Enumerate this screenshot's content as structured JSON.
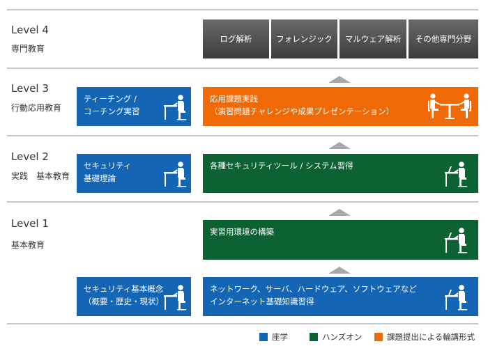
{
  "colors": {
    "seminar": "#1565b5",
    "handson": "#0d6233",
    "round_table": "#ef6a07",
    "specialty": "#4a4a4a",
    "arrow": "#a8a8a8"
  },
  "levels": [
    {
      "title": "Level 4",
      "subtitle": "専門教育"
    },
    {
      "title": "Level 3",
      "subtitle": "行動応用教育"
    },
    {
      "title": "Level 2",
      "subtitle": "実践　基本教育"
    },
    {
      "title": "Level 1",
      "subtitle": "基本教育"
    }
  ],
  "specialties": [
    "ログ解析",
    "フォレンジック",
    "マルウェア解析",
    "その他専門分野"
  ],
  "boxes": {
    "l3_teaching": {
      "line1": "ティーチング /",
      "line2": "コーチング実習",
      "icon": "desk-person-icon"
    },
    "l3_applied": {
      "line1": "応用課題実践",
      "line2": "（演習問題チャレンジや成果プレゼンテーション）",
      "icon": "meeting-table-icon"
    },
    "l2_security": {
      "line1": "セキュリティ",
      "line2": "基礎理論",
      "icon": "desk-person-icon"
    },
    "l2_tools": {
      "line1": "各種セキュリティツール / システム習得",
      "icon": "desk-laptop-person-icon"
    },
    "l1_env": {
      "line1": "実習用環境の構築",
      "icon": "desk-laptop-person-icon"
    },
    "l1_concepts": {
      "line1": "セキュリティ基本概念",
      "line2": "（概要・歴史・現状）",
      "icon": "desk-person-icon"
    },
    "l1_network": {
      "line1": "ネットワーク、サーバ、ハードウェア、ソフトウェアなど",
      "line2": "インターネット基礎知識習得",
      "icon": "desk-laptop-person-icon"
    }
  },
  "legend": [
    {
      "label": "座学",
      "color": "#1565b5"
    },
    {
      "label": "ハンズオン",
      "color": "#0d6233"
    },
    {
      "label": "課題提出による輪講形式",
      "color": "#ef6a07"
    }
  ]
}
